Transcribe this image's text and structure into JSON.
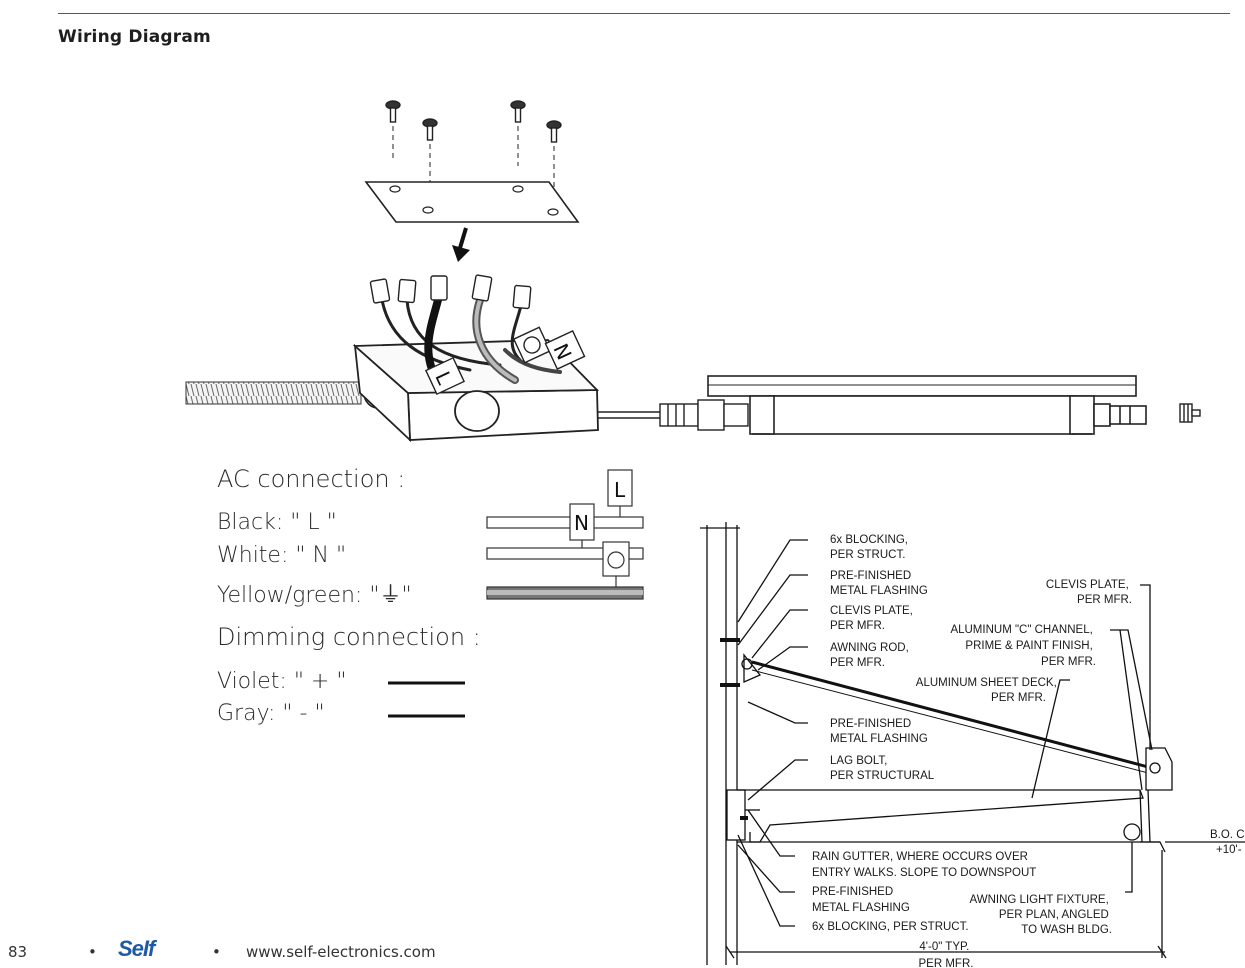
{
  "section_title": "Wiring Diagram",
  "ac": {
    "title": "AC connection :",
    "rows": [
      {
        "color": "Black",
        "text": "Black: \" L \""
      },
      {
        "color": "White",
        "text": "White: \" N \""
      },
      {
        "color": "Yellow/green",
        "text": "Yellow/green: \"⏚\""
      }
    ],
    "box_labels": {
      "live": "L",
      "neutral": "N"
    }
  },
  "dimming": {
    "title": "Dimming connection :",
    "rows": [
      {
        "text": "Violet:  \" + \""
      },
      {
        "text": "Gray:  \" - \""
      }
    ]
  },
  "junction_box": {
    "tag_labels": [
      "L",
      "N"
    ]
  },
  "callouts": {
    "left": [
      [
        "6x BLOCKING,",
        "PER STRUCT."
      ],
      [
        "PRE-FINISHED",
        "METAL FLASHING"
      ],
      [
        "CLEVIS PLATE,",
        "PER MFR."
      ],
      [
        "AWNING ROD,",
        "PER MFR."
      ],
      [
        "PRE-FINISHED",
        "METAL FLASHING"
      ],
      [
        "LAG BOLT,",
        "PER STRUCTURAL"
      ]
    ],
    "right": [
      [
        "CLEVIS PLATE,",
        "PER MFR."
      ],
      [
        "ALUMINUM \"C\" CHANNEL,",
        "PRIME & PAINT FINISH,",
        "PER MFR."
      ],
      [
        "ALUMINUM SHEET DECK,",
        "PER MFR."
      ]
    ],
    "bottom_left": [
      [
        "RAIN GUTTER, WHERE OCCURS OVER",
        "ENTRY WALKS. SLOPE TO DOWNSPOUT"
      ],
      [
        "PRE-FINISHED",
        "METAL FLASHING"
      ],
      [
        "6x BLOCKING, PER STRUCT."
      ]
    ],
    "bottom_right": [
      "AWNING LIGHT FIXTURE,",
      "PER PLAN, ANGLED",
      "TO WASH BLDG."
    ],
    "edge": [
      "B.O. C",
      "+10'-"
    ],
    "dimension": [
      "4'-0\" TYP.",
      "PER MFR."
    ]
  },
  "footer": {
    "page_number": "83",
    "bullet": "•",
    "brand": "SELF",
    "website": "www.self-electronics.com"
  }
}
